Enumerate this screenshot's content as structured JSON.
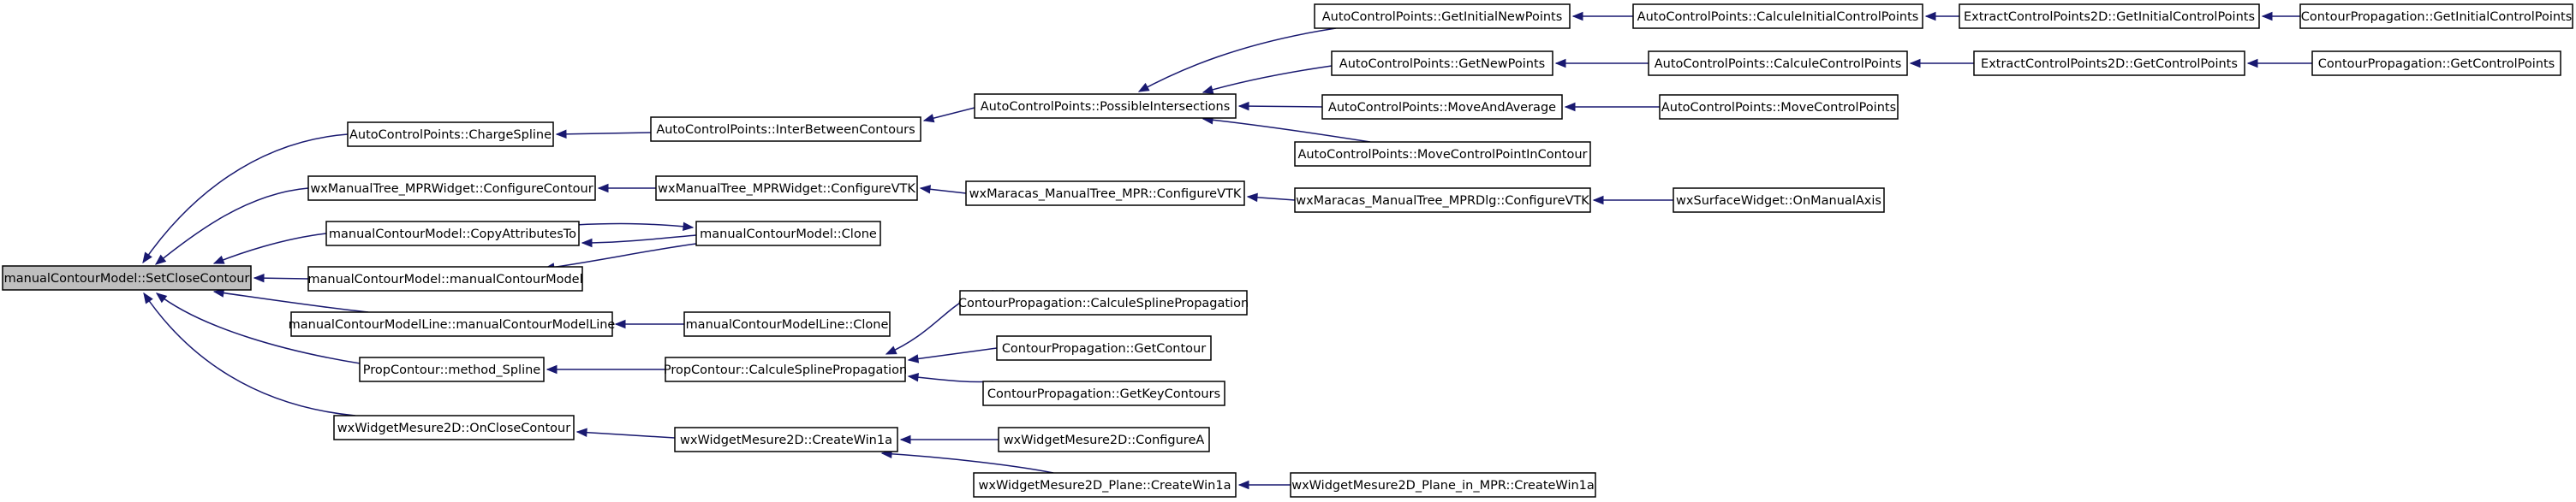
{
  "graph": {
    "nodes": [
      {
        "id": "n0",
        "label": "manualContourModel::SetCloseContour",
        "root": true
      },
      {
        "id": "n1",
        "label": "AutoControlPoints::ChargeSpline"
      },
      {
        "id": "n2",
        "label": "wxManualTree_MPRWidget::ConfigureContour"
      },
      {
        "id": "n3",
        "label": "manualContourModel::CopyAttributesTo"
      },
      {
        "id": "n4",
        "label": "manualContourModel::manualContourModel"
      },
      {
        "id": "n5",
        "label": "manualContourModelLine::manualContourModelLine"
      },
      {
        "id": "n6",
        "label": "PropContour::method_Spline"
      },
      {
        "id": "n7",
        "label": "wxWidgetMesure2D::OnCloseContour"
      },
      {
        "id": "n8",
        "label": "AutoControlPoints::InterBetweenContours"
      },
      {
        "id": "n9",
        "label": "wxManualTree_MPRWidget::ConfigureVTK"
      },
      {
        "id": "n10",
        "label": "manualContourModel::Clone"
      },
      {
        "id": "n11",
        "label": "manualContourModelLine::Clone"
      },
      {
        "id": "n12",
        "label": "PropContour::CalculeSplinePropagation"
      },
      {
        "id": "n13",
        "label": "wxWidgetMesure2D::CreateWin1a"
      },
      {
        "id": "n14",
        "label": "AutoControlPoints::PossibleIntersections"
      },
      {
        "id": "n15",
        "label": "wxMaracas_ManualTree_MPR::ConfigureVTK"
      },
      {
        "id": "n16",
        "label": "ContourPropagation::CalculeSplinePropagation"
      },
      {
        "id": "n17",
        "label": "ContourPropagation::GetContour"
      },
      {
        "id": "n18",
        "label": "ContourPropagation::GetKeyContours"
      },
      {
        "id": "n19",
        "label": "wxWidgetMesure2D::ConfigureA"
      },
      {
        "id": "n20",
        "label": "wxWidgetMesure2D_Plane::CreateWin1a"
      },
      {
        "id": "n21",
        "label": "AutoControlPoints::GetInitialNewPoints"
      },
      {
        "id": "n22",
        "label": "AutoControlPoints::GetNewPoints"
      },
      {
        "id": "n23",
        "label": "AutoControlPoints::MoveAndAverage"
      },
      {
        "id": "n24",
        "label": "AutoControlPoints::MoveControlPointInContour"
      },
      {
        "id": "n25",
        "label": "wxMaracas_ManualTree_MPRDlg::ConfigureVTK"
      },
      {
        "id": "n26",
        "label": "wxWidgetMesure2D_Plane_in_MPR::CreateWin1a"
      },
      {
        "id": "n27",
        "label": "AutoControlPoints::CalculeInitialControlPoints"
      },
      {
        "id": "n28",
        "label": "AutoControlPoints::CalculeControlPoints"
      },
      {
        "id": "n29",
        "label": "AutoControlPoints::MoveControlPoints"
      },
      {
        "id": "n30",
        "label": "wxSurfaceWidget::OnManualAxis"
      },
      {
        "id": "n31",
        "label": "ExtractControlPoints2D::GetInitialControlPoints"
      },
      {
        "id": "n32",
        "label": "ExtractControlPoints2D::GetControlPoints"
      },
      {
        "id": "n33",
        "label": "ContourPropagation::GetInitialControlPoints"
      },
      {
        "id": "n34",
        "label": "ContourPropagation::GetControlPoints"
      }
    ],
    "edges": [
      {
        "from": "n1",
        "to": "n0"
      },
      {
        "from": "n2",
        "to": "n0"
      },
      {
        "from": "n3",
        "to": "n0"
      },
      {
        "from": "n4",
        "to": "n0"
      },
      {
        "from": "n5",
        "to": "n0"
      },
      {
        "from": "n6",
        "to": "n0"
      },
      {
        "from": "n7",
        "to": "n0"
      },
      {
        "from": "n8",
        "to": "n1"
      },
      {
        "from": "n9",
        "to": "n2"
      },
      {
        "from": "n10",
        "to": "n3"
      },
      {
        "from": "n3",
        "to": "n10"
      },
      {
        "from": "n10",
        "to": "n4"
      },
      {
        "from": "n11",
        "to": "n5"
      },
      {
        "from": "n12",
        "to": "n6"
      },
      {
        "from": "n13",
        "to": "n7"
      },
      {
        "from": "n14",
        "to": "n8"
      },
      {
        "from": "n15",
        "to": "n9"
      },
      {
        "from": "n16",
        "to": "n12"
      },
      {
        "from": "n17",
        "to": "n12"
      },
      {
        "from": "n18",
        "to": "n12"
      },
      {
        "from": "n19",
        "to": "n13"
      },
      {
        "from": "n20",
        "to": "n13"
      },
      {
        "from": "n21",
        "to": "n14"
      },
      {
        "from": "n22",
        "to": "n14"
      },
      {
        "from": "n23",
        "to": "n14"
      },
      {
        "from": "n24",
        "to": "n14"
      },
      {
        "from": "n25",
        "to": "n15"
      },
      {
        "from": "n26",
        "to": "n20"
      },
      {
        "from": "n27",
        "to": "n21"
      },
      {
        "from": "n28",
        "to": "n22"
      },
      {
        "from": "n29",
        "to": "n23"
      },
      {
        "from": "n30",
        "to": "n25"
      },
      {
        "from": "n31",
        "to": "n27"
      },
      {
        "from": "n32",
        "to": "n28"
      },
      {
        "from": "n33",
        "to": "n31"
      },
      {
        "from": "n34",
        "to": "n32"
      }
    ]
  }
}
